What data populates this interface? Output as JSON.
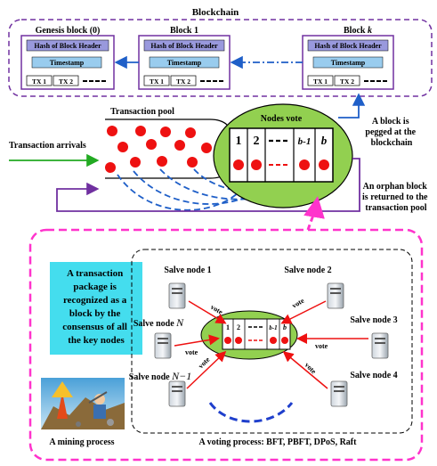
{
  "blockchain": {
    "title": "Blockchain",
    "blocks": [
      {
        "title": "Genesis block (0)",
        "hash": "Hash of Block Header",
        "timestamp": "Timestamp",
        "tx": [
          "TX 1",
          "TX 2"
        ]
      },
      {
        "title": "Block 1",
        "hash": "Hash of Block Header",
        "timestamp": "Timestamp",
        "tx": [
          "TX 1",
          "TX 2"
        ]
      },
      {
        "title_prefix": "Block ",
        "title_var": "k",
        "hash": "Hash of Block Header",
        "timestamp": "Timestamp",
        "tx": [
          "TX 1",
          "TX 2"
        ]
      }
    ]
  },
  "pool": {
    "title": "Transaction pool",
    "arrivals": "Transaction arrivals"
  },
  "vote": {
    "title": "Nodes vote",
    "slots": [
      "1",
      "2",
      "b-1",
      "b"
    ]
  },
  "annotations": {
    "pegged": [
      "A block is",
      "pegged at the",
      "blockchain"
    ],
    "orphan": [
      "An orphan block",
      "is returned to the",
      "transaction pool"
    ]
  },
  "mining": {
    "text": [
      "A transaction",
      "package is",
      "recognized as a",
      "block by the",
      "consensus of all",
      "the key nodes"
    ],
    "caption": "A mining process"
  },
  "voting": {
    "caption": "A voting process: BFT, PBFT, DPoS, Raft",
    "nodes": {
      "n1": "Salve node 1",
      "n2": "Salve node 2",
      "n3": "Salve node 3",
      "n4": "Salve node 4",
      "nN_prefix": "Salve node ",
      "nN_var": "N",
      "nN1_var": "N−1"
    },
    "vote_label": "vote",
    "slots": [
      "1",
      "2",
      "b-1",
      "b"
    ]
  },
  "colors": {
    "purple": "#7030a0",
    "blue": "#1f5fc8",
    "magenta": "#ff33cc",
    "green": "#22aa22",
    "red": "#ee1111",
    "ellipse": "#92d050",
    "header": "#9999dd",
    "timestamp": "#99ccee",
    "cyan": "#44ddee"
  }
}
